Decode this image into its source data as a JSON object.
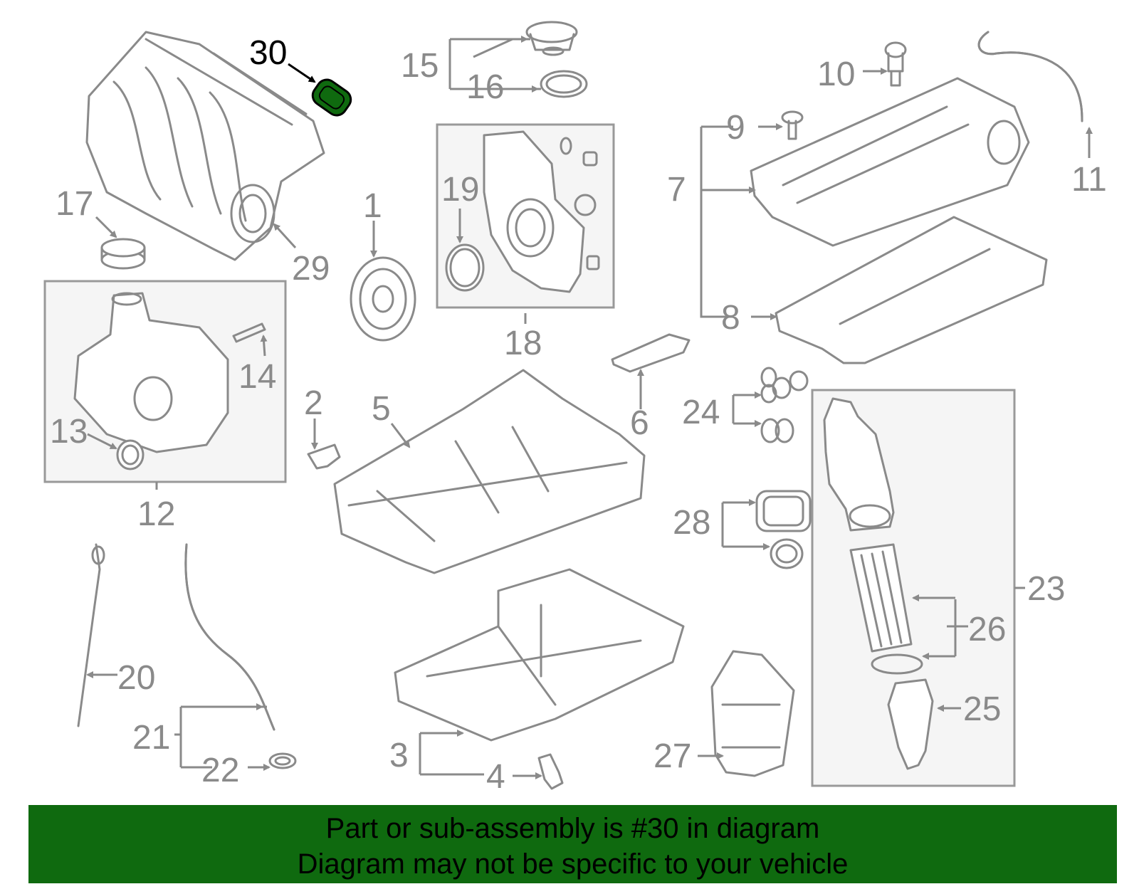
{
  "callouts": {
    "c1": "1",
    "c2": "2",
    "c3": "3",
    "c4": "4",
    "c5": "5",
    "c6": "6",
    "c7": "7",
    "c8": "8",
    "c9": "9",
    "c10": "10",
    "c11": "11",
    "c12": "12",
    "c13": "13",
    "c14": "14",
    "c15": "15",
    "c16": "16",
    "c17": "17",
    "c18": "18",
    "c19": "19",
    "c20": "20",
    "c21": "21",
    "c22": "22",
    "c23": "23",
    "c24": "24",
    "c25": "25",
    "c26": "26",
    "c27": "27",
    "c28": "28",
    "c29": "29",
    "c30": "30"
  },
  "highlight": {
    "part": "30",
    "color": "#0f6a0f"
  },
  "banner": {
    "line1": "Part or sub-assembly is #30 in diagram",
    "line2": "Diagram may not be specific to your vehicle",
    "color": "#0f6a0f"
  }
}
